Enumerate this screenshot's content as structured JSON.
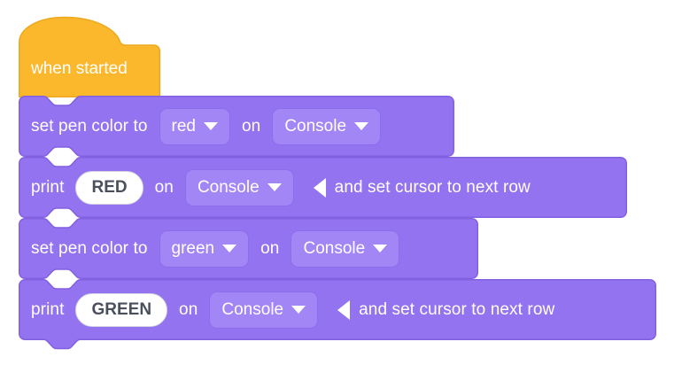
{
  "workspace": {
    "background_color": "#ffffff",
    "block_color": "#9373f0",
    "block_border_color": "#8260e0",
    "field_color": "#a286f6",
    "field_border_color": "#8e6ded",
    "hat_color": "#fbb82c",
    "hat_border_color": "#eda81f",
    "text_color": "#ffffff",
    "pill_text_color": "#4a4f5c"
  },
  "hat": {
    "label": "when started",
    "icon": "hat-block-dome"
  },
  "blocks": [
    {
      "id": "set-pen-color-red",
      "type": "set-pen-color",
      "label_start": "set pen color to",
      "color_value": "red",
      "label_mid": "on",
      "device_value": "Console",
      "dropdown_icon": "chevron-down-icon"
    },
    {
      "id": "print-red",
      "type": "print",
      "label_start": "print",
      "text_value": "RED",
      "label_mid": "on",
      "device_value": "Console",
      "cursor_icon": "triangle-left-icon",
      "label_end": "and set cursor to next row",
      "dropdown_icon": "chevron-down-icon"
    },
    {
      "id": "set-pen-color-green",
      "type": "set-pen-color",
      "label_start": "set pen color to",
      "color_value": "green",
      "label_mid": "on",
      "device_value": "Console",
      "dropdown_icon": "chevron-down-icon"
    },
    {
      "id": "print-green",
      "type": "print",
      "label_start": "print",
      "text_value": "GREEN",
      "label_mid": "on",
      "device_value": "Console",
      "cursor_icon": "triangle-left-icon",
      "label_end": "and set cursor to next row",
      "dropdown_icon": "chevron-down-icon"
    }
  ]
}
